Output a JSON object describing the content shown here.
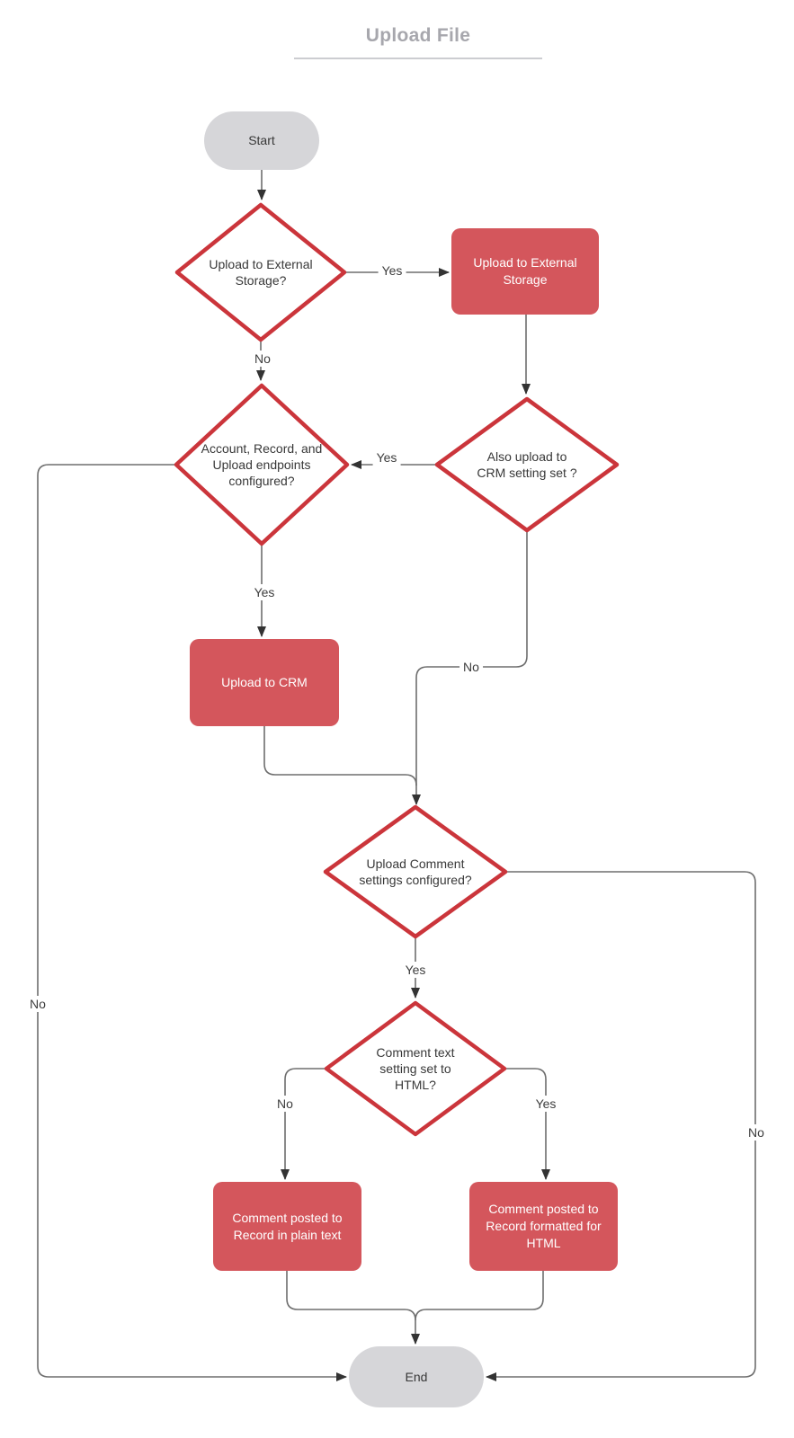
{
  "title": "Upload File",
  "colors": {
    "page_bg": "#ffffff",
    "process_fill": "#d4565c",
    "process_text": "#ffffff",
    "decision_stroke": "#cb353b",
    "decision_fill": "#ffffff",
    "terminal_fill": "#d6d6d9",
    "node_text": "#383838",
    "title_text": "#a7a7ad",
    "title_rule": "#cccdd1",
    "line": "#6e6e6e",
    "arrow": "#333333"
  },
  "nodes": {
    "start": {
      "label": "Start",
      "type": "terminal"
    },
    "decision_external": {
      "label": "Upload to External Storage?",
      "type": "decision"
    },
    "process_external": {
      "label": "Upload to External Storage",
      "type": "process"
    },
    "decision_also_crm": {
      "label": "Also upload to CRM setting set ?",
      "type": "decision"
    },
    "decision_endpoints": {
      "label": "Account, Record, and Upload endpoints configured?",
      "type": "decision"
    },
    "process_crm": {
      "label": "Upload to CRM",
      "type": "process"
    },
    "decision_comment": {
      "label": "Upload Comment settings configured?",
      "type": "decision"
    },
    "decision_html": {
      "label": "Comment text setting set to HTML?",
      "type": "decision"
    },
    "process_plain": {
      "label": "Comment posted to Record in plain text",
      "type": "process"
    },
    "process_html": {
      "label": "Comment posted to Record formatted for HTML",
      "type": "process"
    },
    "end": {
      "label": "End",
      "type": "terminal"
    }
  },
  "edges": [
    {
      "from": "start",
      "to": "decision_external",
      "label": ""
    },
    {
      "from": "decision_external",
      "to": "process_external",
      "label": "Yes"
    },
    {
      "from": "decision_external",
      "to": "decision_endpoints",
      "label": "No"
    },
    {
      "from": "process_external",
      "to": "decision_also_crm",
      "label": ""
    },
    {
      "from": "decision_also_crm",
      "to": "decision_endpoints",
      "label": "Yes"
    },
    {
      "from": "decision_also_crm",
      "to": "decision_comment",
      "label": "No"
    },
    {
      "from": "decision_endpoints",
      "to": "process_crm",
      "label": "Yes"
    },
    {
      "from": "decision_endpoints",
      "to": "end",
      "label": "No"
    },
    {
      "from": "process_crm",
      "to": "decision_comment",
      "label": ""
    },
    {
      "from": "decision_comment",
      "to": "decision_html",
      "label": "Yes"
    },
    {
      "from": "decision_comment",
      "to": "end",
      "label": "No"
    },
    {
      "from": "decision_html",
      "to": "process_plain",
      "label": "No"
    },
    {
      "from": "decision_html",
      "to": "process_html",
      "label": "Yes"
    },
    {
      "from": "process_plain",
      "to": "end",
      "label": ""
    },
    {
      "from": "process_html",
      "to": "end",
      "label": ""
    }
  ]
}
